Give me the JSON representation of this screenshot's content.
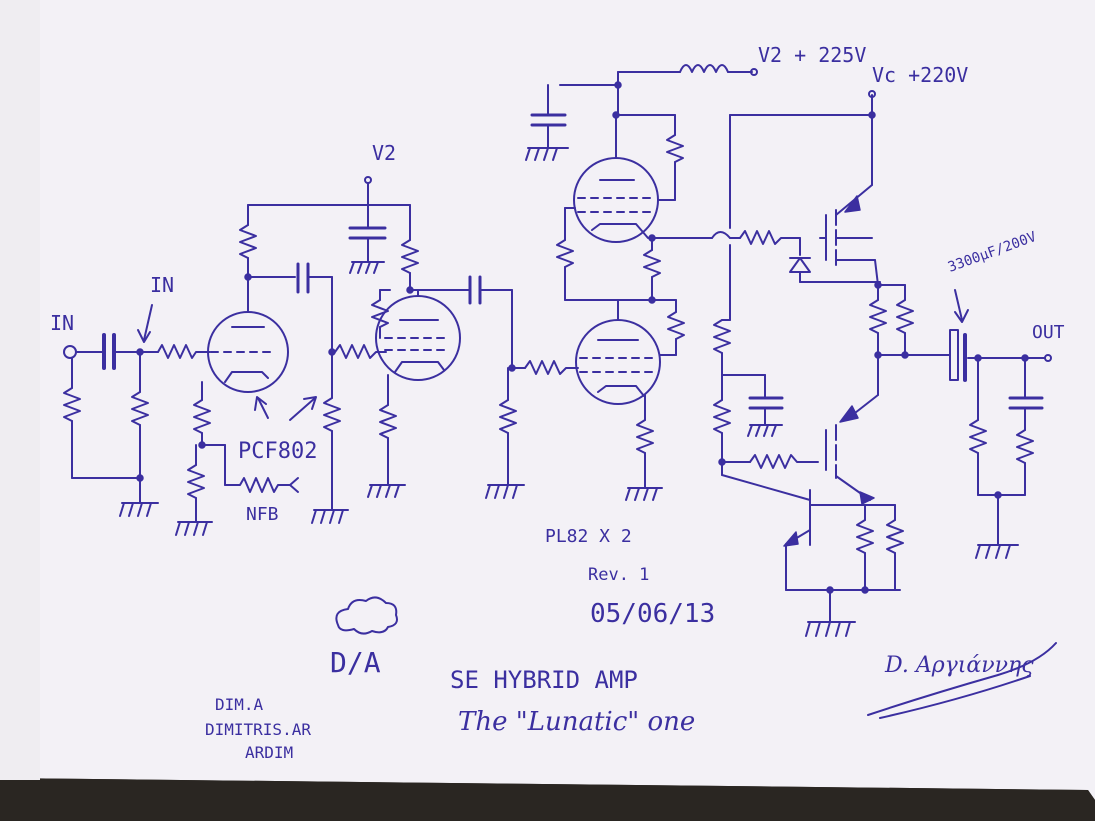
{
  "labels": {
    "in_left": "IN",
    "in_arrow": "IN",
    "v2_top": "V2",
    "v2_supply": "V2 + 225V",
    "vc_supply": "Vc +220V",
    "tube1": "PCF802",
    "nfb": "NFB",
    "cap_out": "3300μF/200V",
    "out": "OUT",
    "tubes_out": "PL82 X 2",
    "revision": "Rev. 1",
    "date": "05/06/13",
    "logo_letters": "D/A",
    "title_line1": "SE HYBRID AMP",
    "title_line2": "The \"Lunatic\" one",
    "author_1": "DIM.A",
    "author_2": "DIMITRIS.AR",
    "author_3": "ARDIM",
    "signature": "D. Αργιάννης"
  },
  "colors": {
    "ink": "#3b2fa0",
    "paper": "#f3f1f6",
    "background": "#3a3530"
  }
}
